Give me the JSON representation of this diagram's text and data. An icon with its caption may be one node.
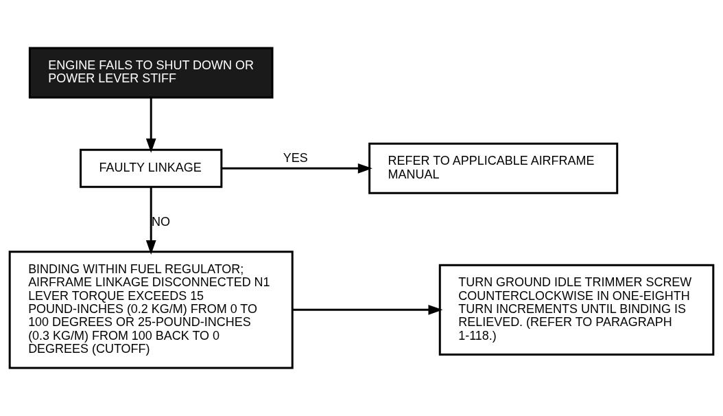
{
  "diagram": {
    "nodes": [
      {
        "text": [
          "ENGINE FAILS TO SHUT DOWN OR POWER LEVER STIFF"
        ]
      },
      {
        "text": [
          "FAULTY LINKAGE"
        ]
      },
      {
        "text": [
          "REFER TO APPLICABLE AIRFRAME MANUAL"
        ]
      },
      {
        "text": [
          "BINDING WITHIN FUEL REGULATOR; AIRFRAME LINKAGE DISCONNECTED N1 LEVER TORQUE EXCEEDS 15 POUND-INCHES (0.2 KG/M) FROM 0 TO 100 DEGREES OR 25-POUND-INCHES (0.3 KG/M) FROM 100 BACK TO 0 DEGREES (CUTOFF)"
        ]
      },
      {
        "text": [
          "TURN GROUND IDLE TRIMMER SCREW COUNTERCLOCKWISE IN ONE-EIGHTH TURN INCREMENTS UNTIL BINDING IS RELIEVED. (REFER TO PARAGRAPH 1-118.)"
        ]
      }
    ],
    "edges": [
      {
        "from": 0,
        "to": 1,
        "arrow": "to"
      },
      {
        "from": 1,
        "to": 2,
        "arrow": "to",
        "label": "YES"
      },
      {
        "from": 1,
        "to": 3,
        "arrow": "to",
        "label": "NO"
      },
      {
        "from": 3,
        "to": 4,
        "arrow": "to"
      }
    ]
  }
}
